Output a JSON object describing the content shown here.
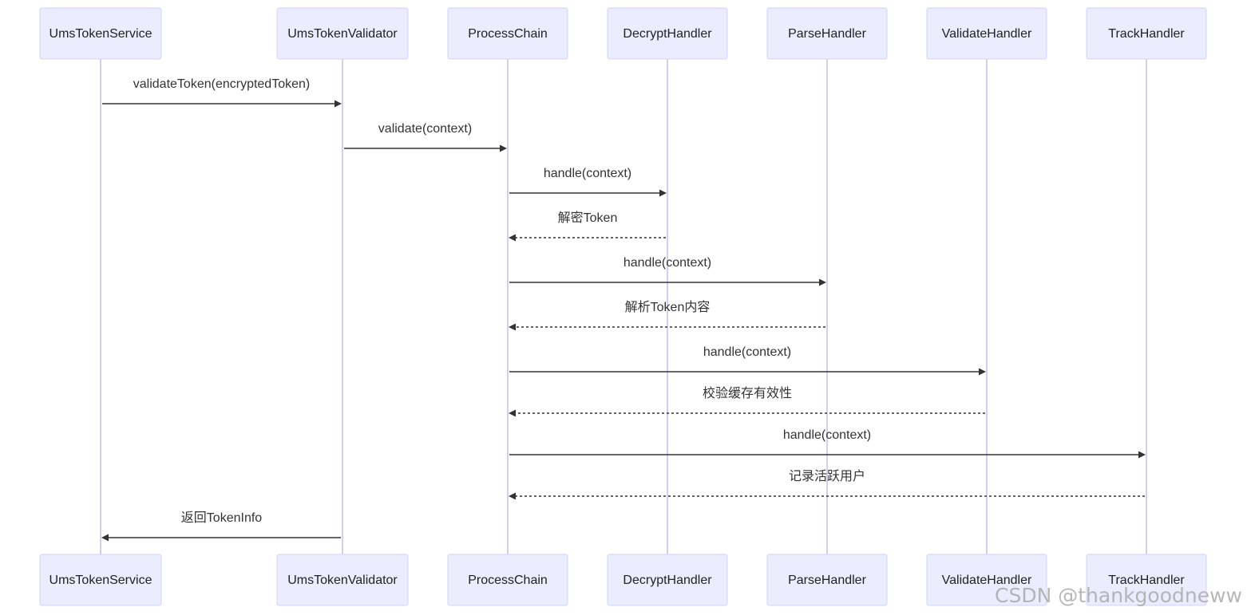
{
  "participants": [
    {
      "id": "svc",
      "label": "UmsTokenService"
    },
    {
      "id": "val",
      "label": "UmsTokenValidator"
    },
    {
      "id": "chain",
      "label": "ProcessChain"
    },
    {
      "id": "dec",
      "label": "DecryptHandler"
    },
    {
      "id": "parse",
      "label": "ParseHandler"
    },
    {
      "id": "vhand",
      "label": "ValidateHandler"
    },
    {
      "id": "track",
      "label": "TrackHandler"
    }
  ],
  "messages": [
    {
      "from": "svc",
      "to": "val",
      "label": "validateToken(encryptedToken)",
      "style": "solid"
    },
    {
      "from": "val",
      "to": "chain",
      "label": "validate(context)",
      "style": "solid"
    },
    {
      "from": "chain",
      "to": "dec",
      "label": "handle(context)",
      "style": "solid"
    },
    {
      "from": "dec",
      "to": "chain",
      "label": "解密Token",
      "style": "dashed"
    },
    {
      "from": "chain",
      "to": "parse",
      "label": "handle(context)",
      "style": "solid"
    },
    {
      "from": "parse",
      "to": "chain",
      "label": "解析Token内容",
      "style": "dashed"
    },
    {
      "from": "chain",
      "to": "vhand",
      "label": "handle(context)",
      "style": "solid"
    },
    {
      "from": "vhand",
      "to": "chain",
      "label": "校验缓存有效性",
      "style": "dashed"
    },
    {
      "from": "chain",
      "to": "track",
      "label": "handle(context)",
      "style": "solid"
    },
    {
      "from": "track",
      "to": "chain",
      "label": "记录活跃用户",
      "style": "dashed"
    },
    {
      "from": "val",
      "to": "svc",
      "label": "返回TokenInfo",
      "style": "solid"
    }
  ],
  "colors": {
    "actor_fill": "#ececff",
    "actor_border": "#d4d0f7",
    "lifeline": "#d3cfee",
    "message": "#333333"
  },
  "watermark": "CSDN @thankgoodneww"
}
